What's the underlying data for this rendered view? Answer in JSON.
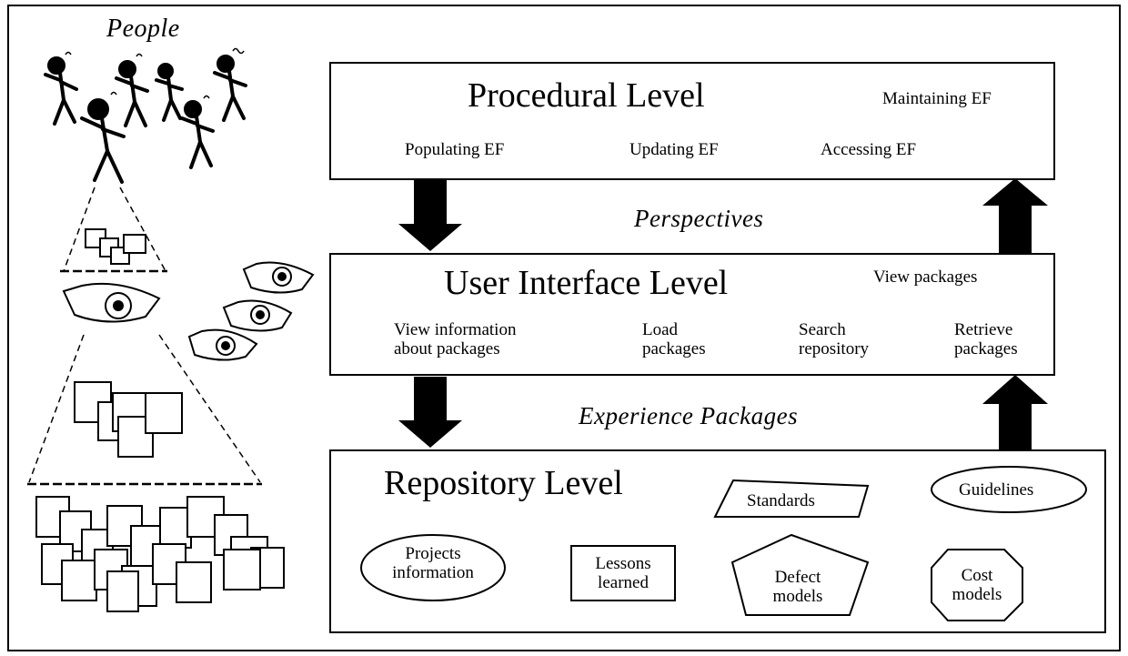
{
  "people_label": "People",
  "procedural": {
    "title": "Procedural Level",
    "items": [
      "Maintaining EF",
      "Populating EF",
      "Updating EF",
      "Accessing EF"
    ]
  },
  "perspectives_label": "Perspectives",
  "ui": {
    "title": "User Interface Level",
    "view_packages": "View packages",
    "items": [
      [
        "View information",
        "about packages"
      ],
      [
        "Load",
        "packages"
      ],
      [
        "Search",
        "repository"
      ],
      [
        "Retrieve",
        "packages"
      ]
    ]
  },
  "experience_label": "Experience Packages",
  "repository": {
    "title": "Repository Level",
    "standards": "Standards",
    "guidelines": "Guidelines",
    "projects": [
      "Projects",
      "information"
    ],
    "lessons": [
      "Lessons",
      "learned"
    ],
    "defect": [
      "Defect",
      "models"
    ],
    "cost": [
      "Cost",
      "models"
    ]
  },
  "icons": {
    "people": "stick-figure-people",
    "eye": "eye-icon",
    "document": "document-icon",
    "arrow_down": "arrow-down-icon",
    "arrow_up": "arrow-up-icon"
  }
}
